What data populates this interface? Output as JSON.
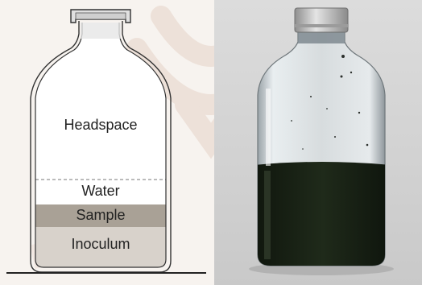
{
  "diagram": {
    "layers": [
      {
        "label": "Headspace"
      },
      {
        "label": "Water"
      },
      {
        "label": "Sample"
      },
      {
        "label": "Inoculum"
      }
    ]
  },
  "colors": {
    "headspace_fill": "#ffffff",
    "water_fill": "#ffffff",
    "sample_fill": "#a9a196",
    "inoculum_fill": "#d8d2cb",
    "bottle_outline": "#333333",
    "photo_liquid": "#1c2418",
    "photo_cap": "#b8b8b8"
  }
}
